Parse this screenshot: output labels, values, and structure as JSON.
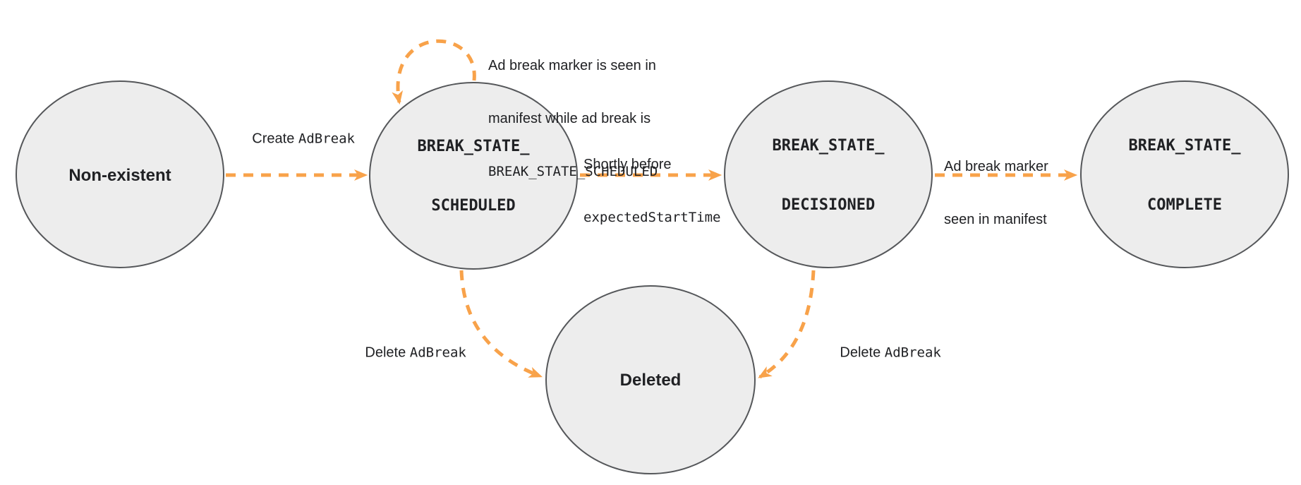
{
  "colors": {
    "accent": "#F8A24A",
    "node_fill": "#EDEDED",
    "node_stroke": "#55575A",
    "text": "#202124"
  },
  "nodes": {
    "non_existent": {
      "label": "Non-existent"
    },
    "scheduled": {
      "line1": "BREAK_STATE_",
      "line2": "SCHEDULED"
    },
    "decisioned": {
      "line1": "BREAK_STATE_",
      "line2": "DECISIONED"
    },
    "complete": {
      "line1": "BREAK_STATE_",
      "line2": "COMPLETE"
    },
    "deleted": {
      "label": "Deleted"
    }
  },
  "edges": {
    "create": {
      "plain": "Create ",
      "code": "AdBreak"
    },
    "self_loop": {
      "line1": "Ad break marker is seen in",
      "line2": "manifest while ad break is",
      "line3": "BREAK_STATE_SCHEDULED"
    },
    "to_decisioned": {
      "line1": "Shortly before",
      "line2": "expectedStartTime"
    },
    "to_complete": {
      "line1": "Ad break marker",
      "line2": "seen in manifest"
    },
    "delete_from_scheduled": {
      "plain": "Delete ",
      "code": "AdBreak"
    },
    "delete_from_decisioned": {
      "plain": "Delete ",
      "code": "AdBreak"
    }
  }
}
